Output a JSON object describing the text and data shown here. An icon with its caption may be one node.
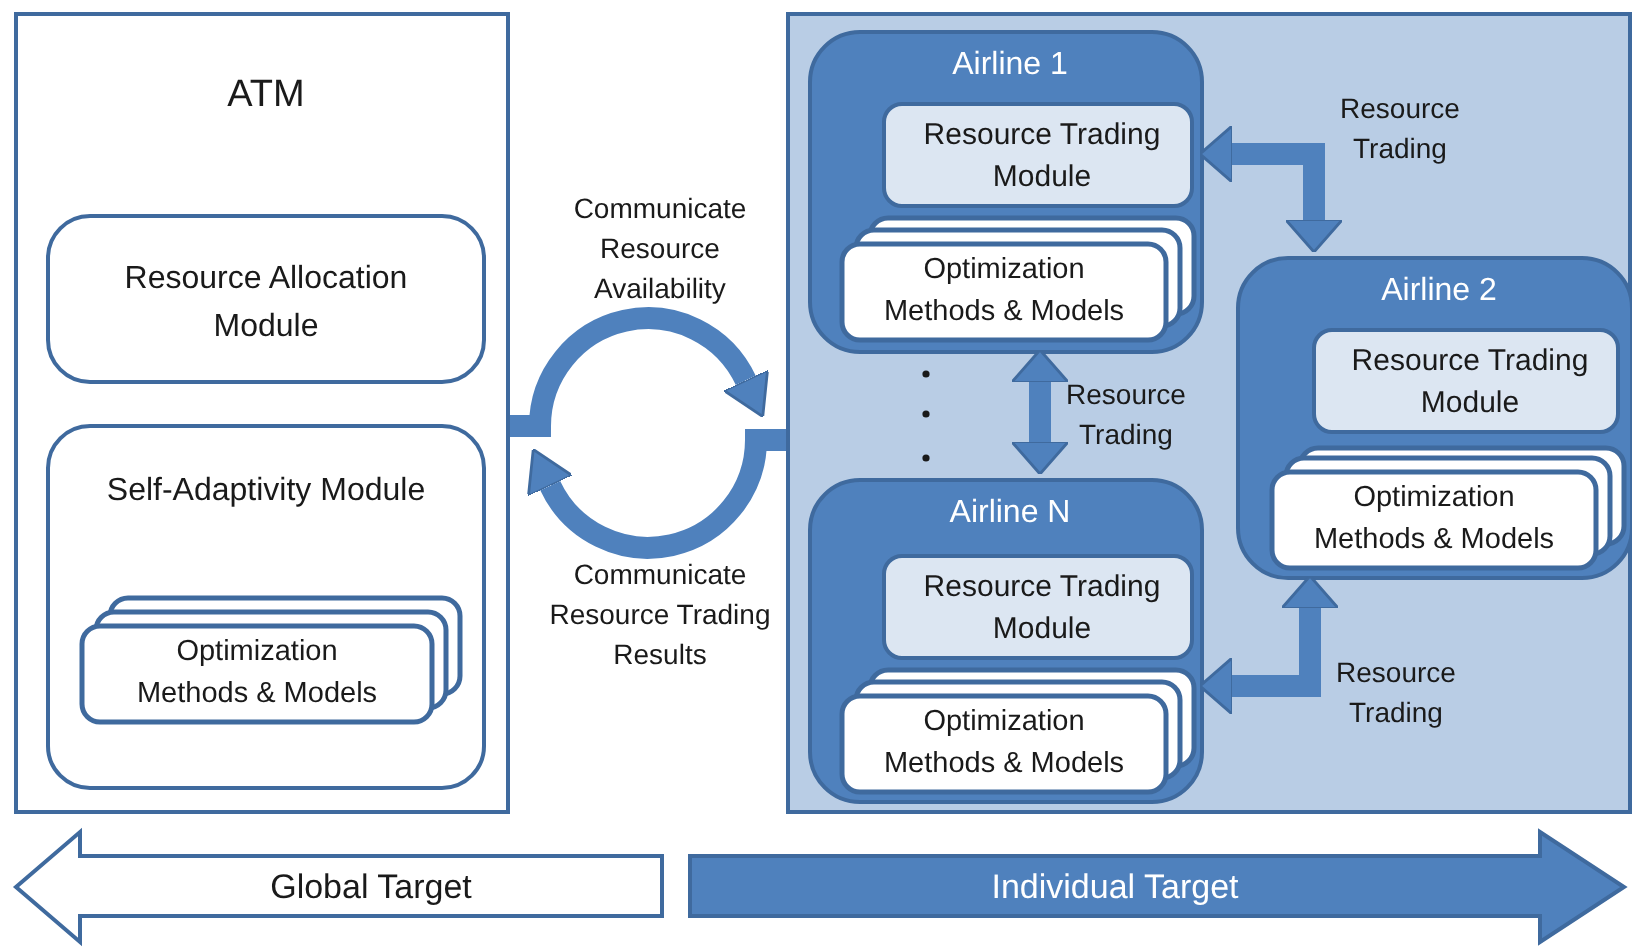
{
  "diagram": {
    "nodes": [
      {
        "text": [
          "ATM"
        ]
      },
      {
        "text": [
          "Resource Allocation Module"
        ],
        "in": 0
      },
      {
        "text": [
          "Self-Adaptivity Module"
        ],
        "in": 0
      },
      {
        "text": [
          "Optimization Methods & Models"
        ],
        "in": 2
      },
      {
        "text": [],
        "shape": "box"
      },
      {
        "text": [
          "Airline 1"
        ],
        "in": 4
      },
      {
        "text": [
          "Resource Trading Module"
        ],
        "in": 5
      },
      {
        "text": [
          "Optimization Methods & Models"
        ],
        "in": 5
      },
      {
        "text": [
          "Airline 2"
        ],
        "in": 4
      },
      {
        "text": [
          "Resource Trading Module"
        ],
        "in": 8
      },
      {
        "text": [
          "Optimization Methods & Models"
        ],
        "in": 8
      },
      {
        "text": [
          "Airline N"
        ],
        "in": 4
      },
      {
        "text": [
          "Resource Trading Module"
        ],
        "in": 11
      },
      {
        "text": [
          "Optimization Methods & Models"
        ],
        "in": 11
      },
      {
        "text": [
          "Global Target"
        ]
      },
      {
        "text": [
          "Individual Target"
        ]
      }
    ],
    "edges": [
      {
        "from": 0,
        "to": 4,
        "arrow": "to",
        "label": "Communicate Resource Availability"
      },
      {
        "from": 4,
        "to": 0,
        "arrow": "to",
        "label": "Communicate Resource Trading Results"
      },
      {
        "from": 5,
        "to": 8,
        "arrow": "both",
        "label": "Resource Trading"
      },
      {
        "from": 5,
        "to": 11,
        "arrow": "both",
        "label": "Resource Trading"
      },
      {
        "from": 11,
        "to": 8,
        "arrow": "both",
        "label": "Resource Trading"
      }
    ]
  }
}
